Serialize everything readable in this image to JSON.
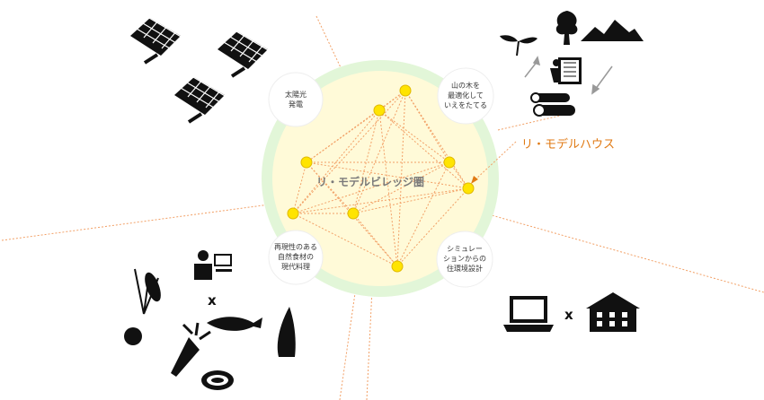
{
  "diagram": {
    "center_label": "リ・モデルビレッジ圏",
    "callout_label": "リ・モデルハウス",
    "multiply_symbol": "x",
    "nodes": {
      "solar": "太陽光\n発電",
      "wood_house": "山の木を\n最適化して\nいえをたてる",
      "food": "再現性のある\n自然食材の\n現代料理",
      "simulation": "シミュレー\nションからの\n住環境設計"
    }
  },
  "colors": {
    "ring": "#e2f6d8",
    "inner_circle": "#fffad8",
    "node_dot": "#ffe400",
    "connector": "#f2a066",
    "callout": "#e07a14",
    "icon": "#111111"
  },
  "icons": [
    "solar-panel-icon",
    "sprout-icon",
    "tree-icon",
    "mountains-icon",
    "woodworker-icon",
    "logs-icon",
    "cycle-arrow-icon",
    "person-computer-icon",
    "rice-plant-icon",
    "fish-icon",
    "bamboo-shoot-icon",
    "tomato-icon",
    "radish-icon",
    "meat-icon",
    "laptop-icon",
    "building-icon"
  ]
}
